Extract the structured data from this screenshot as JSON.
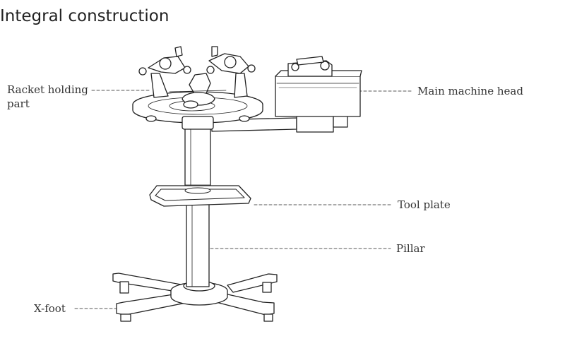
{
  "title": "Integral construction",
  "labels": {
    "racket_holding_line1": "Racket holding",
    "racket_holding_line2": "part",
    "main_machine_head": "Main machine head",
    "tool_plate": "Tool plate",
    "pillar": "Pillar",
    "x_foot": "X-foot"
  }
}
